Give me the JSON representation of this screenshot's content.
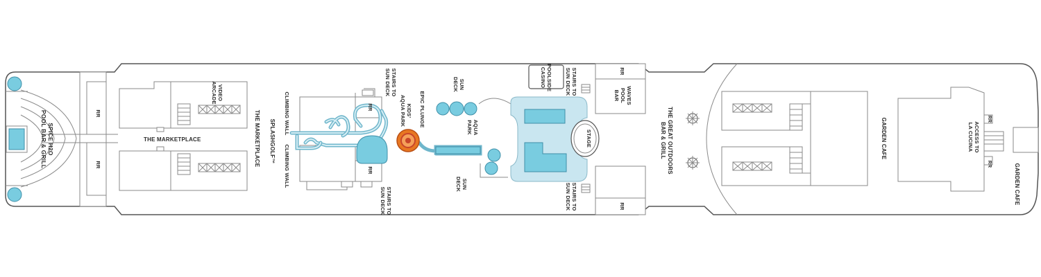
{
  "labels": {
    "splash_pool_bar": [
      "SPICE H2O",
      "POOL BAR & GRILL"
    ],
    "rr_fwd_top": "RR",
    "rr_fwd_bottom": "RR",
    "video_arcade": [
      "VIDEO",
      "ARCADE"
    ],
    "the_marketplace_a": "THE MARKETPLACE",
    "the_marketplace_b": "THE MARKETPLACE",
    "splashgolf": "SPLASHGOLF™",
    "climbing_wall_top": "CLIMBING WALL",
    "climbing_wall_bottom": "CLIMBING WALL",
    "stairs_sun_deck_top": [
      "STAIRS TO",
      "SUN DECK"
    ],
    "stairs_sun_deck_bottom": [
      "STAIRS TO",
      "SUN DECK"
    ],
    "rr_mid_top": "RR",
    "rr_mid_bottom": "RR",
    "kids_aqua_park": [
      "KIDS'",
      "AQUA PARK"
    ],
    "epic_plunge": "EPIC PLUNGE",
    "sun_deck_top": [
      "SUN",
      "DECK"
    ],
    "aqua_park": [
      "AQUA",
      "PARK"
    ],
    "sun_deck_bottom": [
      "SUN",
      "DECK"
    ],
    "poolside_casino": [
      "POOLSIDE",
      "CASINO"
    ],
    "stairs_sun_deck_aft_top": [
      "STAIRS TO",
      "SUN DECK"
    ],
    "stairs_sun_deck_aft_bottom": [
      "STAIRS TO",
      "SUN DECK"
    ],
    "stage": "STAGE",
    "rr_aft_top": "RR",
    "rr_aft_bottom": "RR",
    "waves_pool_bar": [
      "WAVES",
      "POOL",
      "BAR"
    ],
    "great_outdoors": [
      "THE GREAT OUTDOORS",
      "BAR & GRILL"
    ],
    "garden_cafe_a": "GARDEN CAFE",
    "access_la_cucina": [
      "ACCESS TO",
      "LA CUCINA"
    ],
    "rr_stern_top": "RR",
    "rr_stern_bottom": "RR",
    "garden_cafe_b": "GARDEN CAFE"
  },
  "colors": {
    "pool": "#79cce0",
    "pool_light": "#c9e6f0",
    "epic_plunge_outer": "#e87722",
    "epic_plunge_inner": "#c8452a",
    "hull": "#555555"
  }
}
